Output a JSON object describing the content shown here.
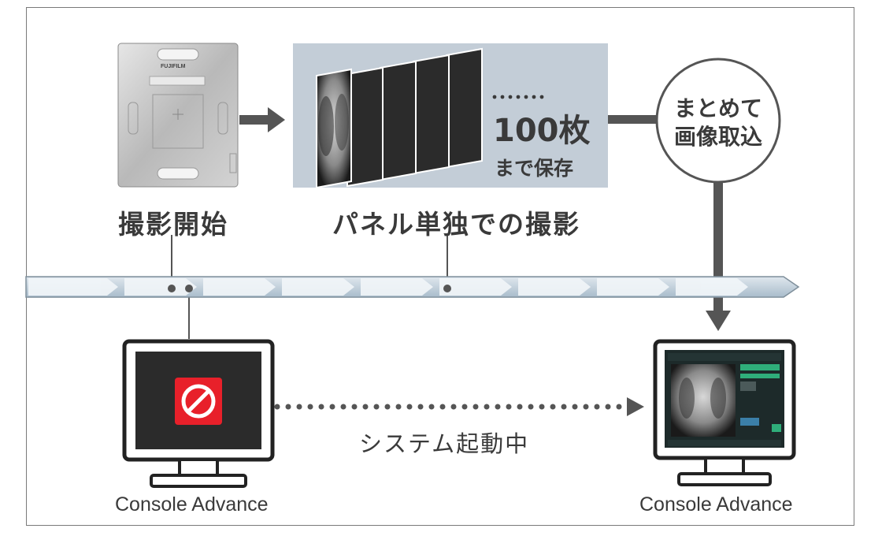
{
  "labels": {
    "start_capture": "撮影開始",
    "standalone_capture": "パネル単独での撮影",
    "count_number": "100枚",
    "count_suffix": "まで保存",
    "batch_line1": "まとめて",
    "batch_line2": "画像取込",
    "system_booting": "システム起動中",
    "console_left": "Console Advance",
    "console_right": "Console Advance",
    "panel_brand": "FUJIFILM"
  },
  "colors": {
    "arrow_gray": "#555555",
    "timeline_fill": "#bccbd8",
    "stack_background": "#c3cdd7",
    "prohibit_red": "#e8202a",
    "screen_dark": "#2b2b2b",
    "app_green": "#2fae7a"
  },
  "icons": {
    "prohibited": "prohibited-icon",
    "panel": "flat-panel-detector-icon",
    "monitor": "monitor-icon"
  }
}
